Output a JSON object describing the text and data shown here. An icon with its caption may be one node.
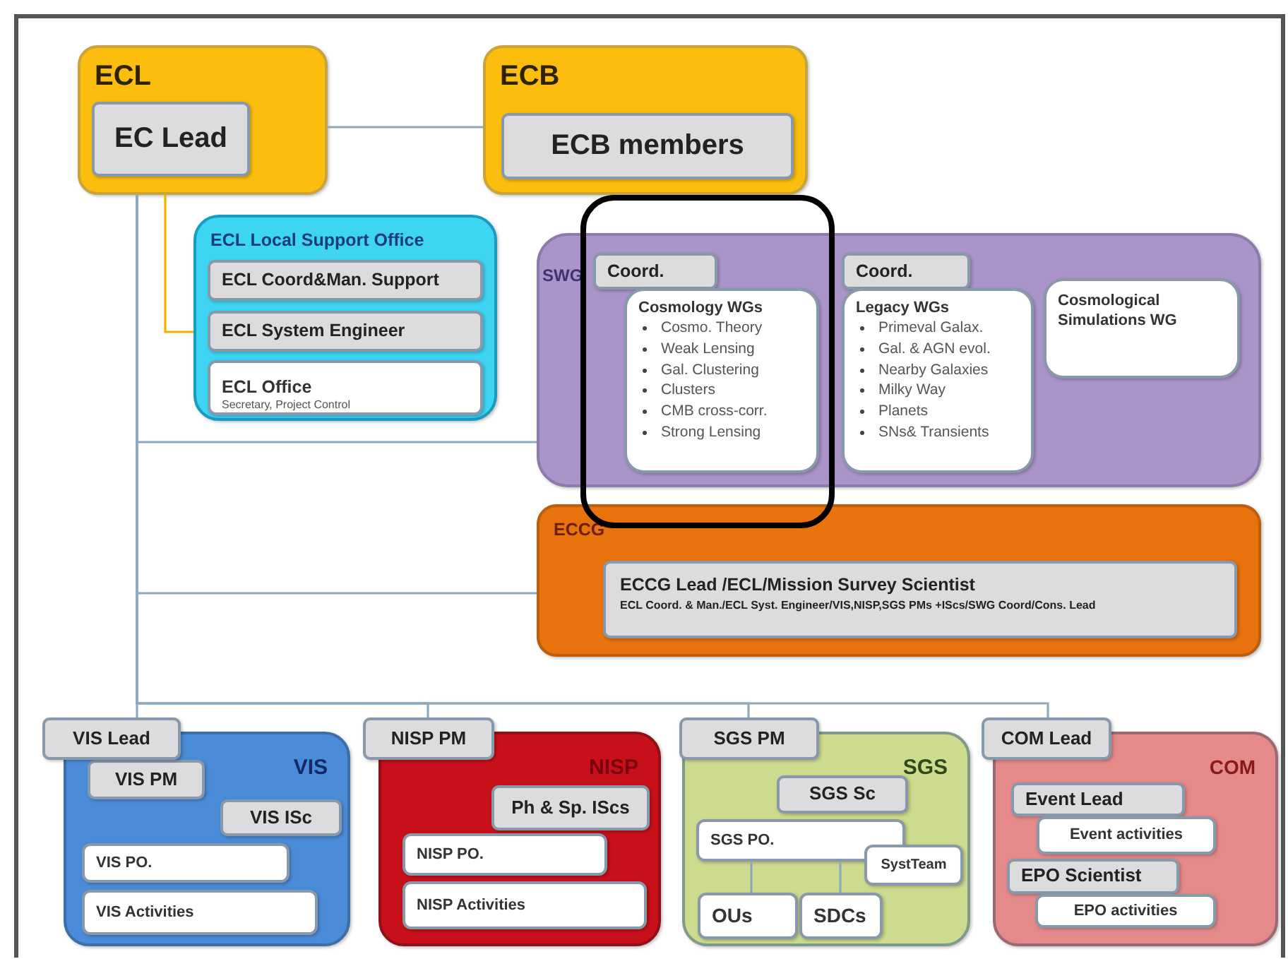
{
  "diagram": {
    "nodes": [
      {
        "text": [
          "ECL"
        ]
      },
      {
        "text": [
          "EC Lead"
        ],
        "in": 0
      },
      {
        "text": [
          "ECB"
        ]
      },
      {
        "text": [
          "ECB members"
        ],
        "in": 2
      },
      {
        "text": [
          "ECL Local Support Office"
        ]
      },
      {
        "text": [
          "ECL Coord&Man. Support"
        ],
        "in": 4
      },
      {
        "text": [
          "ECL System Engineer"
        ],
        "in": 4
      },
      {
        "text": [
          "ECL Office",
          "Secretary, Project Control"
        ],
        "in": 4
      },
      {
        "text": [
          "SWG"
        ]
      },
      {
        "text": [
          "Coord."
        ],
        "in": 8
      },
      {
        "text": [
          "Cosmology WGs",
          "Cosmo. Theory",
          "Weak Lensing",
          "Gal. Clustering",
          "Clusters",
          "CMB cross-corr.",
          "Strong Lensing"
        ],
        "in": 8
      },
      {
        "text": [
          "Coord."
        ],
        "in": 8
      },
      {
        "text": [
          "Legacy WGs",
          "Primeval Galax.",
          "Gal. & AGN evol.",
          "Nearby Galaxies",
          "Milky Way",
          "Planets",
          "SNs& Transients"
        ],
        "in": 8
      },
      {
        "text": [
          "Cosmological Simulations WG"
        ],
        "in": 8
      },
      {
        "text": [
          "ECCG"
        ]
      },
      {
        "text": [
          "ECCG Lead /ECL/Mission Survey Scientist",
          "ECL Coord. & Man./ECL Syst. Engineer/VIS,NISP,SGS PMs +IScs/SWG Coord/Cons. Lead"
        ],
        "in": 14
      },
      {
        "text": [
          "VIS"
        ]
      },
      {
        "text": [
          "VIS Lead"
        ]
      },
      {
        "text": [
          "VIS PM"
        ],
        "in": 16
      },
      {
        "text": [
          "VIS ISc"
        ],
        "in": 16
      },
      {
        "text": [
          "VIS PO."
        ],
        "in": 16
      },
      {
        "text": [
          "VIS Activities"
        ],
        "in": 16
      },
      {
        "text": [
          "NISP"
        ]
      },
      {
        "text": [
          "NISP PM"
        ]
      },
      {
        "text": [
          "Ph & Sp. IScs"
        ],
        "in": 22
      },
      {
        "text": [
          "NISP PO."
        ],
        "in": 22
      },
      {
        "text": [
          "NISP Activities"
        ],
        "in": 22
      },
      {
        "text": [
          "SGS"
        ]
      },
      {
        "text": [
          "SGS PM"
        ]
      },
      {
        "text": [
          "SGS Sc"
        ],
        "in": 27
      },
      {
        "text": [
          "SGS PO."
        ],
        "in": 27
      },
      {
        "text": [
          "SystTeam"
        ],
        "in": 27
      },
      {
        "text": [
          "OUs"
        ],
        "in": 27
      },
      {
        "text": [
          "SDCs"
        ],
        "in": 27
      },
      {
        "text": [
          "COM"
        ]
      },
      {
        "text": [
          "COM Lead"
        ]
      },
      {
        "text": [
          "Event Lead"
        ],
        "in": 34
      },
      {
        "text": [
          "Event activities"
        ],
        "in": 34
      },
      {
        "text": [
          "EPO Scientist"
        ],
        "in": 34
      },
      {
        "text": [
          "EPO activities"
        ],
        "in": 34
      }
    ],
    "edges": [
      {
        "from": 0,
        "to": 2,
        "arrow": "none"
      },
      {
        "from": 0,
        "to": 4,
        "arrow": "none",
        "color": "#f0b000"
      },
      {
        "from": 0,
        "to": 8,
        "arrow": "none"
      },
      {
        "from": 0,
        "to": 14,
        "arrow": "none"
      },
      {
        "from": 0,
        "to": 17,
        "arrow": "none"
      },
      {
        "from": 0,
        "to": 23,
        "arrow": "none"
      },
      {
        "from": 0,
        "to": 28,
        "arrow": "none"
      },
      {
        "from": 0,
        "to": 35,
        "arrow": "none"
      },
      {
        "from": 30,
        "to": 32,
        "arrow": "none"
      },
      {
        "from": 30,
        "to": 33,
        "arrow": "none"
      }
    ]
  }
}
